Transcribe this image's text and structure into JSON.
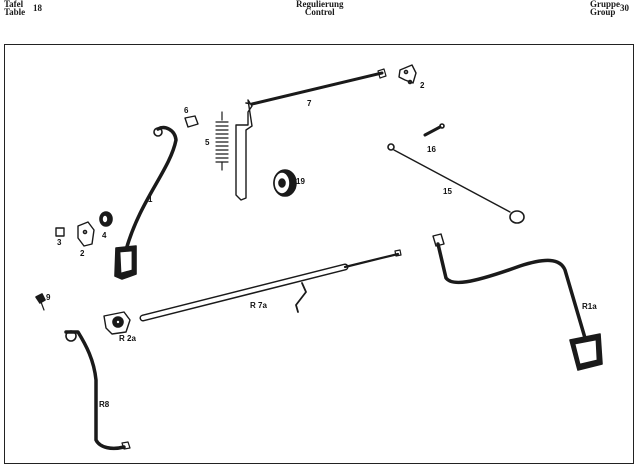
{
  "header": {
    "left_line1": "Tafel",
    "left_line2": "Table",
    "table_number": "18",
    "center_line1": "Regulierung",
    "center_line2": "Control",
    "right_line1": "Gruppe",
    "right_line2": "Group",
    "group_number": "30"
  },
  "callouts": {
    "c1": "1",
    "c2a": "2",
    "c2b": "2",
    "c3": "3",
    "c4": "4",
    "c5": "5",
    "c6": "6",
    "c7": "7",
    "c9": "9",
    "c15": "15",
    "c16": "16",
    "c19": "19",
    "r1a": "R1a",
    "r2a": "R 2a",
    "r7a": "R 7a",
    "r8": "R8"
  }
}
